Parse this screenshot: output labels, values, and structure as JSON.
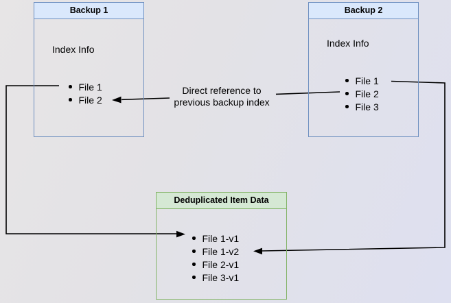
{
  "diagram": {
    "backup1": {
      "title": "Backup 1",
      "subtitle": "Index Info",
      "items": [
        "File 1",
        "File 2"
      ]
    },
    "backup2": {
      "title": "Backup 2",
      "subtitle": "Index Info",
      "items": [
        "File 1",
        "File 2",
        "File 3"
      ]
    },
    "dedup": {
      "title": "Deduplicated Item Data",
      "items": [
        "File 1-v1",
        "File 1-v2",
        "File 2-v1",
        "File 3-v1"
      ]
    },
    "annotation": {
      "line1": "Direct reference to",
      "line2": "previous backup index"
    },
    "colors": {
      "blue_fill": "#dae8fc",
      "blue_stroke": "#6c8ebf",
      "green_fill": "#d5e8d4",
      "green_stroke": "#82b366",
      "arrow": "#000000",
      "background_start": "#e7e5e6",
      "background_end": "#dee0f0"
    }
  }
}
